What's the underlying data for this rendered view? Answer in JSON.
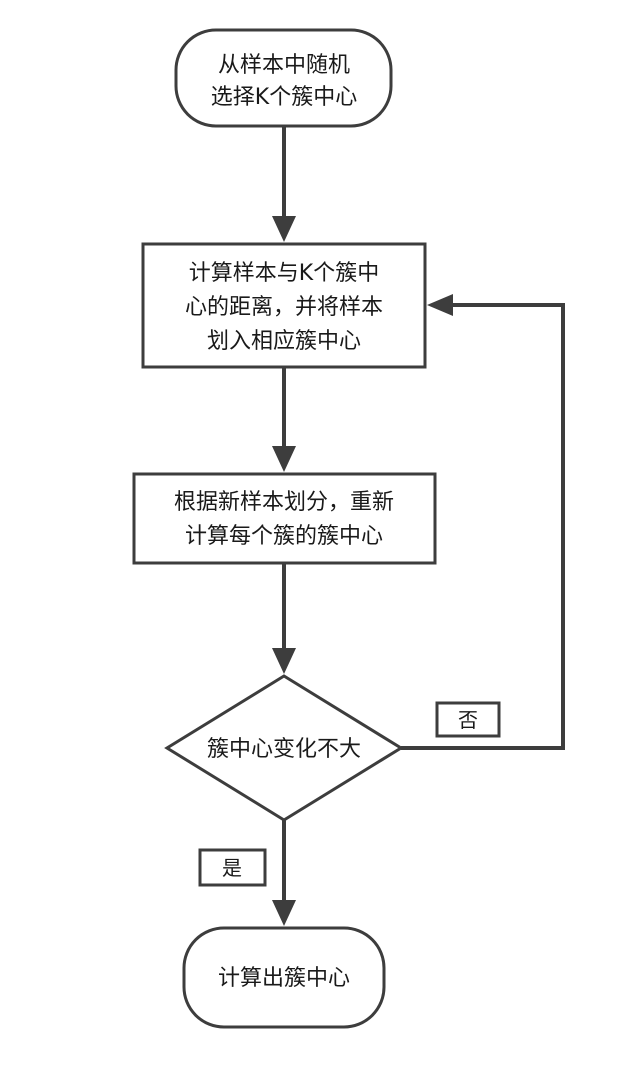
{
  "diagram": {
    "nodes": {
      "start": {
        "lines": [
          "从样本中随机",
          "选择K个簇中心"
        ]
      },
      "assign": {
        "lines": [
          "计算样本与K个簇中",
          "心的距离，并将样本",
          "划入相应簇中心"
        ]
      },
      "update": {
        "lines": [
          "根据新样本划分，重新",
          "计算每个簇的簇中心"
        ]
      },
      "decision": {
        "lines": [
          "簇中心变化不大"
        ]
      },
      "end": {
        "lines": [
          "计算出簇中心"
        ]
      }
    },
    "edge_labels": {
      "no": "否",
      "yes": "是"
    },
    "colors": {
      "stroke": "#3d3d3d",
      "text": "#1a1a1a",
      "background": "#ffffff"
    }
  }
}
